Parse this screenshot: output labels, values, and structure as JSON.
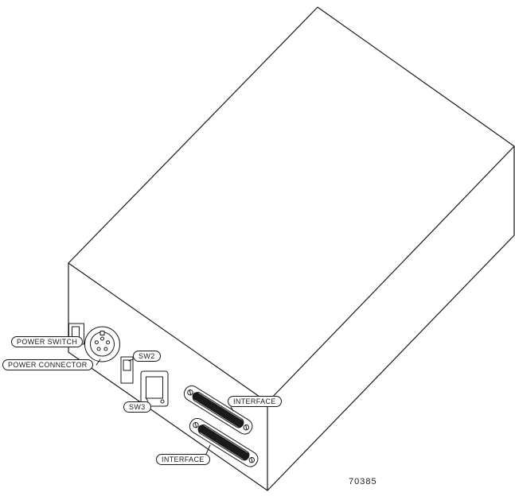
{
  "figure": {
    "number": "70385",
    "labels": {
      "power_switch": "POWER SWITCH",
      "power_connector": "POWER CONNECTOR",
      "sw2": "SW2",
      "sw3": "SW3",
      "interface_top": "INTERFACE",
      "interface_bottom": "INTERFACE"
    },
    "colors": {
      "line": "#1a1a1a",
      "background": "#ffffff"
    }
  }
}
